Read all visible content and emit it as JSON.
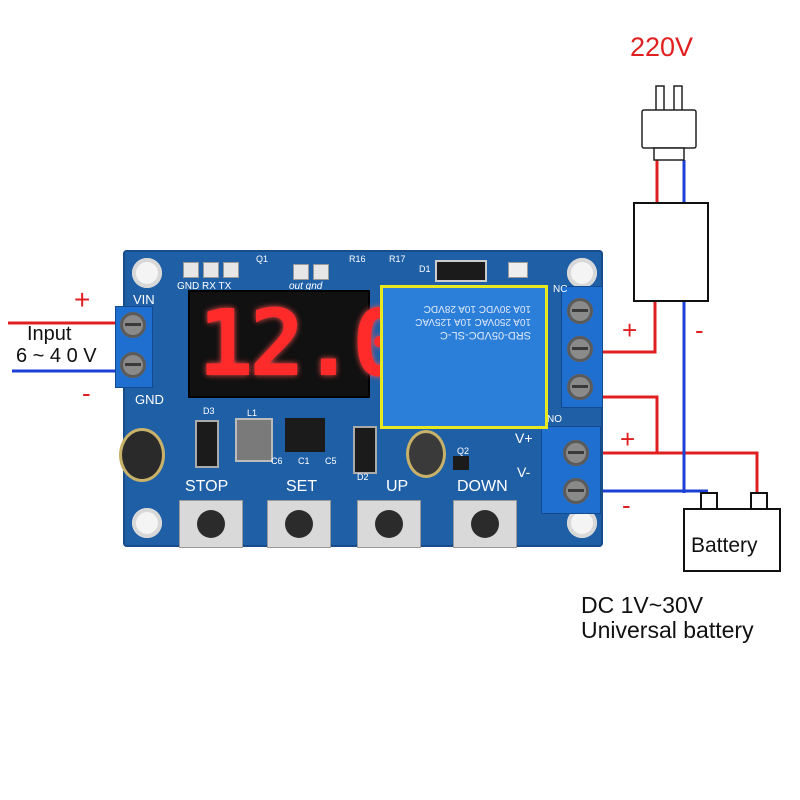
{
  "supply": {
    "label": "220V",
    "color": "#e02020"
  },
  "input": {
    "title": "Input",
    "range": "6 ~ 4 0 V",
    "plus": "+",
    "minus": "-"
  },
  "board": {
    "vin": "VIN",
    "gnd": "GND",
    "header": "GND RX TX",
    "q1": "Q1",
    "out_gnd": "out gnd",
    "r16": "R16",
    "r17": "R17",
    "d1": "D1",
    "nc": "NC",
    "no": "NO",
    "vplus": "V+",
    "vminus": "V-",
    "d3": "D3",
    "l1": "L1",
    "c6": "C6",
    "c1": "C1",
    "c5": "C5",
    "d2": "D2",
    "q2": "Q2",
    "display_value": "12.0",
    "relay_lines": [
      "SRD-05VDC-SL-C",
      "10A 250VAC 10A 125VAC",
      "10A 30VDC 10A 28VDC"
    ],
    "buttons": [
      "STOP",
      "SET",
      "UP",
      "DOWN"
    ]
  },
  "charger": {
    "plus": "+",
    "minus": "-"
  },
  "battery_side": {
    "plus": "+",
    "minus": "-"
  },
  "battery": {
    "label": "Battery",
    "caption_line1": "DC 1V~30V",
    "caption_line2": "Universal battery"
  },
  "wires": {
    "positive": "#e02020",
    "negative": "#1c3fd6"
  }
}
